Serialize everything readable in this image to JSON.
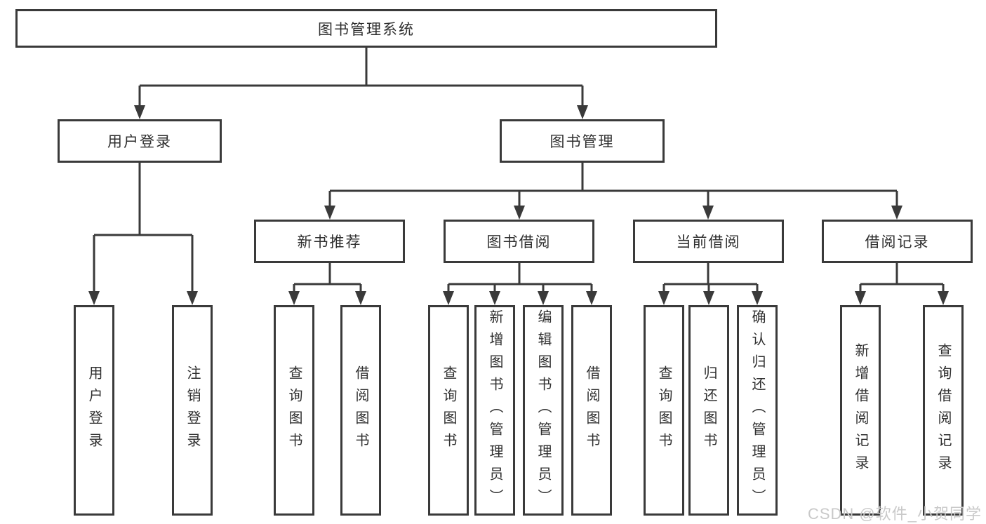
{
  "tree": {
    "root": {
      "label": "图书管理系统"
    },
    "children": [
      {
        "label": "用户登录",
        "children": [
          {
            "label": "用户登录"
          },
          {
            "label": "注销登录"
          }
        ]
      },
      {
        "label": "图书管理",
        "children": [
          {
            "label": "新书推荐",
            "children": [
              {
                "label": "查询图书"
              },
              {
                "label": "借阅图书"
              }
            ]
          },
          {
            "label": "图书借阅",
            "children": [
              {
                "label": "查询图书"
              },
              {
                "label": "新增图书（管理员）"
              },
              {
                "label": "编辑图书（管理员）"
              },
              {
                "label": "借阅图书"
              }
            ]
          },
          {
            "label": "当前借阅",
            "children": [
              {
                "label": "查询图书"
              },
              {
                "label": "归还图书"
              },
              {
                "label": "确认归还（管理员）"
              }
            ]
          },
          {
            "label": "借阅记录",
            "children": [
              {
                "label": "新增借阅记录"
              },
              {
                "label": "查询借阅记录"
              }
            ]
          }
        ]
      }
    ]
  },
  "watermark": "CSDN @软件_小贺同学",
  "colors": {
    "line": "#3a3a3a",
    "text": "#2f2f2f",
    "watermark": "#c9c9c9",
    "background": "#ffffff"
  }
}
